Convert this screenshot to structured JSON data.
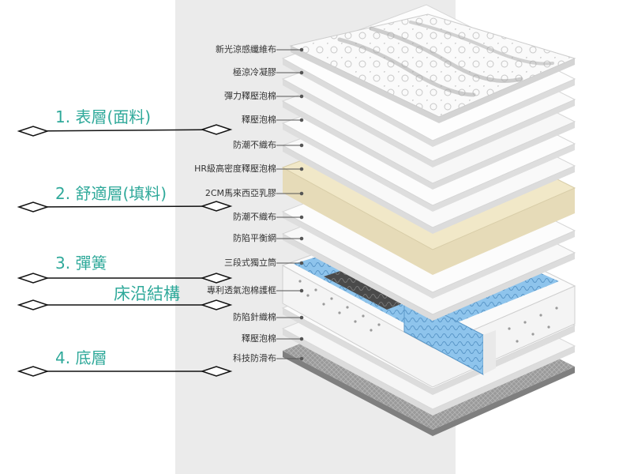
{
  "colors": {
    "accent": "#2fa99a",
    "leader": "#555555",
    "cover": "#e6e6e6",
    "latex": "#efe5c4",
    "springs": "#8ec4ec",
    "springs_dark": "#444444",
    "base": "#9a9a9a"
  },
  "sections": [
    {
      "label": "1. 表層(面料)"
    },
    {
      "label": "2. 舒適層(填料)"
    },
    {
      "label": "3. 彈簧"
    },
    {
      "label": "床沿結構"
    },
    {
      "label": "4. 底層"
    }
  ],
  "layers": [
    {
      "label": "新光涼感纖維布"
    },
    {
      "label": "極涼冷凝膠"
    },
    {
      "label": "彈力釋壓泡棉"
    },
    {
      "label": "釋壓泡棉"
    },
    {
      "label": "防潮不織布"
    },
    {
      "label": "HR級高密度釋壓泡棉"
    },
    {
      "label": "2CM馬來西亞乳膠"
    },
    {
      "label": "防潮不織布"
    },
    {
      "label": "防陷平衡網"
    },
    {
      "label": "三段式獨立筒"
    },
    {
      "label": "專利透氣泡棉護框"
    },
    {
      "label": "防陷針織棉"
    },
    {
      "label": "釋壓泡棉"
    },
    {
      "label": "科技防滑布"
    }
  ]
}
